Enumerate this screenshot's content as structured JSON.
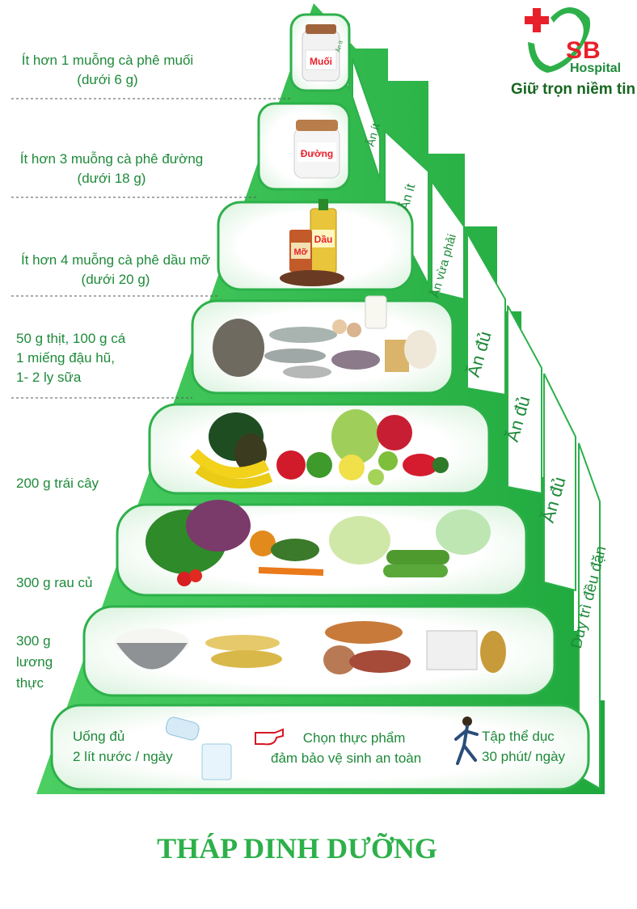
{
  "logo": {
    "brand": "SB",
    "sub": "Hospital",
    "slogan": "Giữ trọn niềm tin"
  },
  "tiers": [
    {
      "lines": [
        "Ít hơn 1 muỗng cà phê muối",
        "(dưới 6 g)"
      ],
      "jar_label": "Muối"
    },
    {
      "lines": [
        "Ít hơn 3 muỗng cà phê đường",
        "(dưới 18 g)"
      ],
      "jar_label": "Đường"
    },
    {
      "lines": [
        "Ít hơn 4 muỗng cà phê dầu mỡ",
        "(dưới 20 g)"
      ],
      "jar_labels": [
        "Mỡ",
        "Dầu"
      ]
    },
    {
      "lines": [
        "50 g thịt, 100 g cá",
        "1 miếng đậu hũ,",
        "1- 2 ly sữa"
      ]
    },
    {
      "lines": [
        "200 g trái cây"
      ]
    },
    {
      "lines": [
        "300 g rau củ"
      ]
    },
    {
      "lines": [
        "300 g",
        "lương",
        "thực"
      ]
    }
  ],
  "side_labels": [
    "Ăn ít",
    "Ăn ít",
    "Ăn vừa phải",
    "Ăn đủ",
    "Ăn đủ",
    "Ăn đủ",
    "Duy trì đều đặn"
  ],
  "base": {
    "water": [
      "Uống đủ",
      "2 lít nước / ngày"
    ],
    "safety": [
      "Chọn thực phẩm",
      "đảm bảo vệ sinh an toàn"
    ],
    "exercise": [
      "Tập thể dục",
      "30 phút/ ngày"
    ]
  },
  "title": "THÁP DINH DƯỠNG",
  "colors": {
    "green": "#2db04a",
    "dark_green": "#1e8a3a",
    "red": "#e8202a"
  }
}
